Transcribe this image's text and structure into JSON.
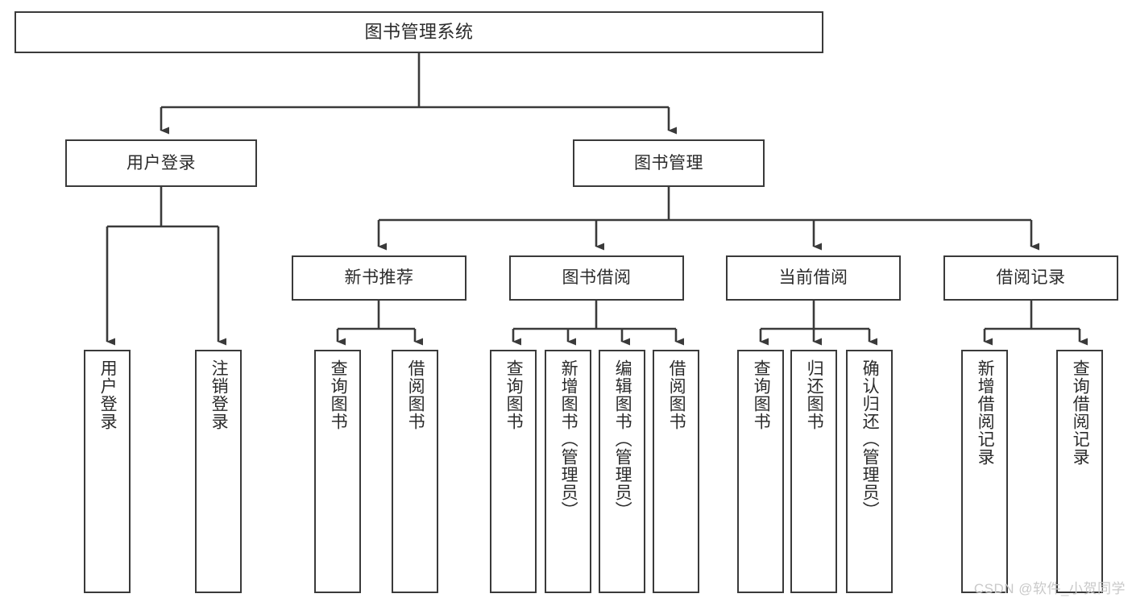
{
  "diagram": {
    "type": "tree",
    "title": "图书管理系统",
    "style": {
      "box_fill": "#ffffff",
      "box_stroke": "#3a3a3a",
      "text_color": "#2b2b2b",
      "background": "#ffffff",
      "watermark_color": "#c9c9c9"
    },
    "nodes": {
      "root": {
        "id": "root",
        "label": "图书管理系统",
        "level": 1,
        "orientation": "horizontal"
      },
      "l2": [
        {
          "id": "user-login",
          "label": "用户登录",
          "level": 2,
          "orientation": "horizontal"
        },
        {
          "id": "book-manage",
          "label": "图书管理",
          "level": 2,
          "orientation": "horizontal"
        }
      ],
      "l3": [
        {
          "id": "new-book-rec",
          "label": "新书推荐",
          "level": 3,
          "orientation": "horizontal",
          "parent": "book-manage"
        },
        {
          "id": "book-borrow",
          "label": "图书借阅",
          "level": 3,
          "orientation": "horizontal",
          "parent": "book-manage"
        },
        {
          "id": "current-borrow",
          "label": "当前借阅",
          "level": 3,
          "orientation": "horizontal",
          "parent": "book-manage"
        },
        {
          "id": "borrow-record",
          "label": "借阅记录",
          "level": 3,
          "orientation": "horizontal",
          "parent": "book-manage"
        }
      ],
      "leaves": [
        {
          "id": "leaf-user-login",
          "label": "用户登录",
          "parent": "user-login"
        },
        {
          "id": "leaf-logout",
          "label": "注销登录",
          "parent": "user-login"
        },
        {
          "id": "leaf-query-book-1",
          "label": "查询图书",
          "parent": "new-book-rec"
        },
        {
          "id": "leaf-borrow-book-1",
          "label": "借阅图书",
          "parent": "new-book-rec"
        },
        {
          "id": "leaf-query-book-2",
          "label": "查询图书",
          "parent": "book-borrow"
        },
        {
          "id": "leaf-add-book",
          "label": "新增图书（管理员）",
          "parent": "book-borrow"
        },
        {
          "id": "leaf-edit-book",
          "label": "编辑图书（管理员）",
          "parent": "book-borrow"
        },
        {
          "id": "leaf-borrow-book-2",
          "label": "借阅图书",
          "parent": "book-borrow"
        },
        {
          "id": "leaf-query-book-3",
          "label": "查询图书",
          "parent": "current-borrow"
        },
        {
          "id": "leaf-return-book",
          "label": "归还图书",
          "parent": "current-borrow"
        },
        {
          "id": "leaf-confirm-return",
          "label": "确认归还（管理员）",
          "parent": "current-borrow"
        },
        {
          "id": "leaf-add-record",
          "label": "新增借阅记录",
          "parent": "borrow-record"
        },
        {
          "id": "leaf-query-record",
          "label": "查询借阅记录",
          "parent": "borrow-record"
        }
      ]
    },
    "watermark": "CSDN @软件_小贺同学"
  }
}
